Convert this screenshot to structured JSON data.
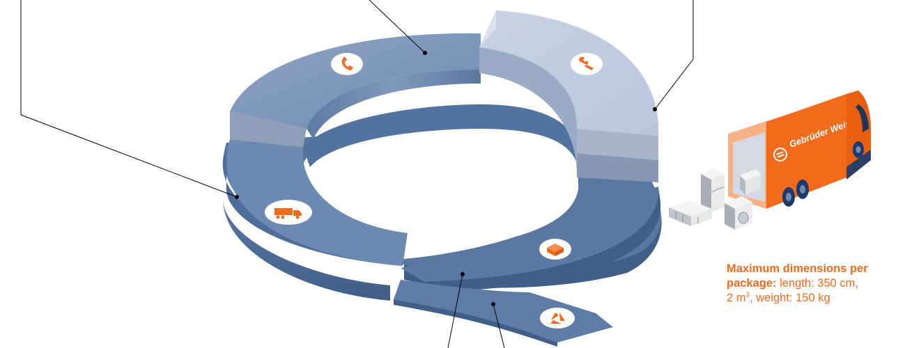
{
  "colors": {
    "accent": "#f26b1d",
    "ring_dark": "#4f6f98",
    "ring_mid": "#6f8bb1",
    "ring_light": "#c5d0e2",
    "leader_line": "#000000"
  },
  "ring_segments": [
    {
      "name": "phone-segment",
      "icon": "phone-icon"
    },
    {
      "name": "wrench-segment",
      "icon": "wrench-icon"
    },
    {
      "name": "truck-segment",
      "icon": "truck-icon"
    },
    {
      "name": "box-segment",
      "icon": "box-icon"
    },
    {
      "name": "recycle-segment",
      "icon": "recycle-icon"
    }
  ],
  "truck": {
    "brand_text": "Gebrüder Weiss",
    "cargo": [
      "fridge-icon",
      "washing-machine-icon",
      "kitchen-cabinet-icon",
      "boxed-appliance-icon"
    ]
  },
  "callout": {
    "heading": "Maximum dimensions per package:",
    "length": "length: 350 cm,",
    "volume_number": "2 m",
    "volume_exponent": "3",
    "weight": ", weight: 150 kg"
  }
}
